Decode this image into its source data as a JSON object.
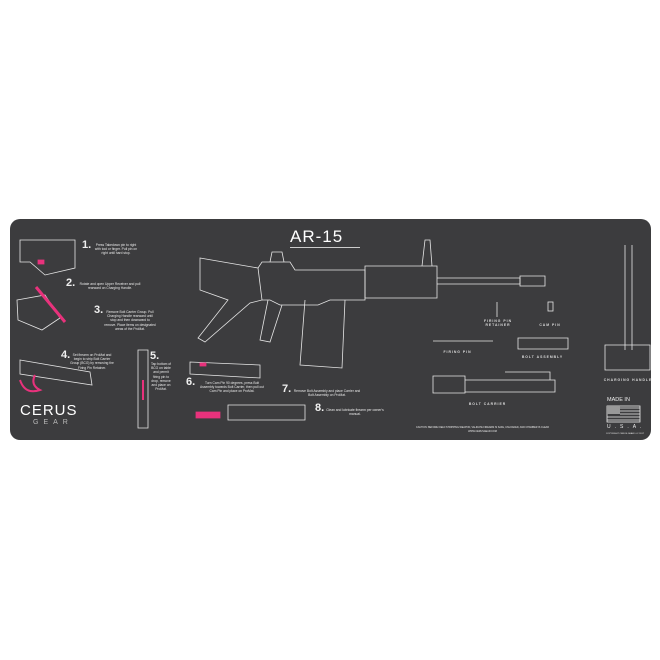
{
  "title": "AR-15",
  "colors": {
    "mat": "#3c3c3e",
    "accent": "#e8327c",
    "line": "#e6e6e6"
  },
  "steps": [
    {
      "num": "1.",
      "text": "Press Takedown pin to right with tool or finger. Pull pin on right until hard stop."
    },
    {
      "num": "2.",
      "text": "Rotate and open Upper Receiver and pull rearward on Charging Handle."
    },
    {
      "num": "3.",
      "text": "Remove Bolt Carrier Group. Pull Charging Handle rearward until stop and then downward to remove. Place items on designated areas of the ProMat."
    },
    {
      "num": "4.",
      "text": "Set firearm on ProMat and begin to strip Bolt Carrier Group (BCG) by removing the Firing Pin Retainer."
    },
    {
      "num": "5.",
      "text": "Tap bottom of BCG on table and permit firing pin to drop, remove and place on ProMat."
    },
    {
      "num": "6.",
      "text": "Turn Cam Pin 90 degrees, press Bolt Assembly towards Bolt Carrier, then pull out Cam Pin and place on ProMat."
    },
    {
      "num": "7.",
      "text": "Remove Bolt Assembly and place Carrier and Bolt Assembly on ProMat."
    },
    {
      "num": "8.",
      "text": "Clean and lubricate firearm per owner's manual."
    }
  ],
  "parts": {
    "firing_pin_retainer": "FIRING PIN RETAINER",
    "cam_pin": "CAM PIN",
    "firing_pin": "FIRING PIN",
    "bolt_assembly": "BOLT ASSEMBLY",
    "bolt_carrier": "BOLT CARRIER",
    "charging_handle": "CHARGING HANDLE"
  },
  "caution": "CAUTION: BEFORE FIELD STRIPPING WEAPON, VALIDATE FIREARM IS SAFE, UNLOADED, AND CHAMBER IS CLEAR",
  "website": "WWW.CERUSGEAR.COM",
  "brand": {
    "name": "CERUS",
    "sub": "GEAR"
  },
  "made_in": "MADE IN",
  "usa": "U.S.A.",
  "copyright": "COPYRIGHT CERUS GEAR LLC 2017"
}
